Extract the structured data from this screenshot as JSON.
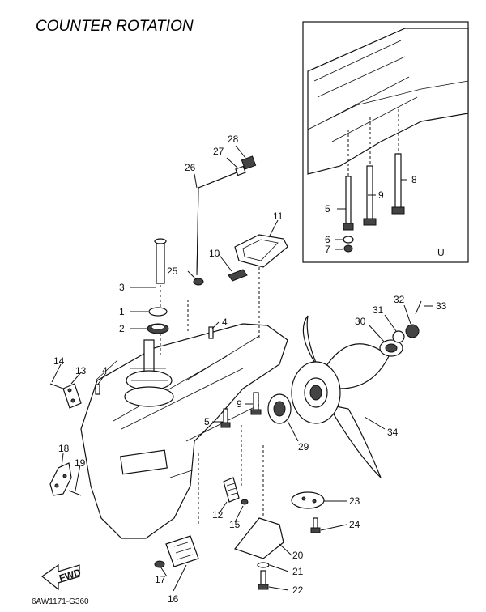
{
  "title": "COUNTER ROTATION",
  "diagram_code": "6AW1171-G360",
  "fwd_label": "FWD",
  "inset_label": "U",
  "callouts": [
    "1",
    "2",
    "3",
    "4",
    "4",
    "5",
    "5",
    "6",
    "7",
    "8",
    "9",
    "9",
    "11",
    "12",
    "13",
    "14",
    "15",
    "16",
    "17",
    "18",
    "19",
    "20",
    "21",
    "22",
    "23",
    "24",
    "25",
    "26",
    "27",
    "28",
    "29",
    "30",
    "31",
    "32",
    "33",
    "34",
    "10"
  ]
}
